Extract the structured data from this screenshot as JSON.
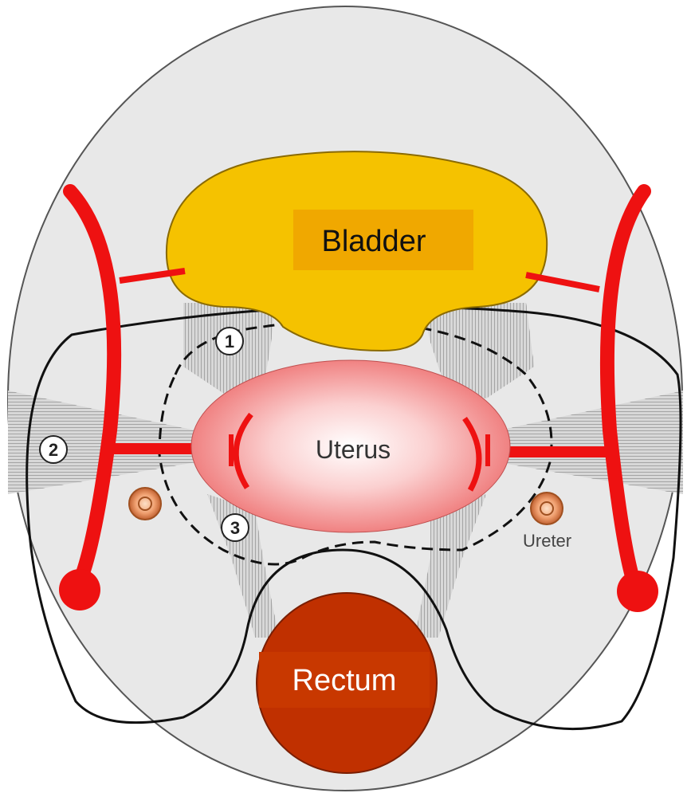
{
  "labels": {
    "bladder": "Bladder",
    "uterus": "Uterus",
    "rectum": "Rectum",
    "ureter": "Ureter"
  },
  "markers": {
    "one": "1",
    "two": "2",
    "three": "3"
  },
  "colors": {
    "background": "#e8e8e8",
    "bladder": "#f5c200",
    "bladder_label_box": "#f0a800",
    "uterus": "#f07878",
    "rectum": "#c03000",
    "rectum_label_box": "#c83800",
    "vessel": "#ee1111",
    "ureter": "#e59a6a"
  }
}
